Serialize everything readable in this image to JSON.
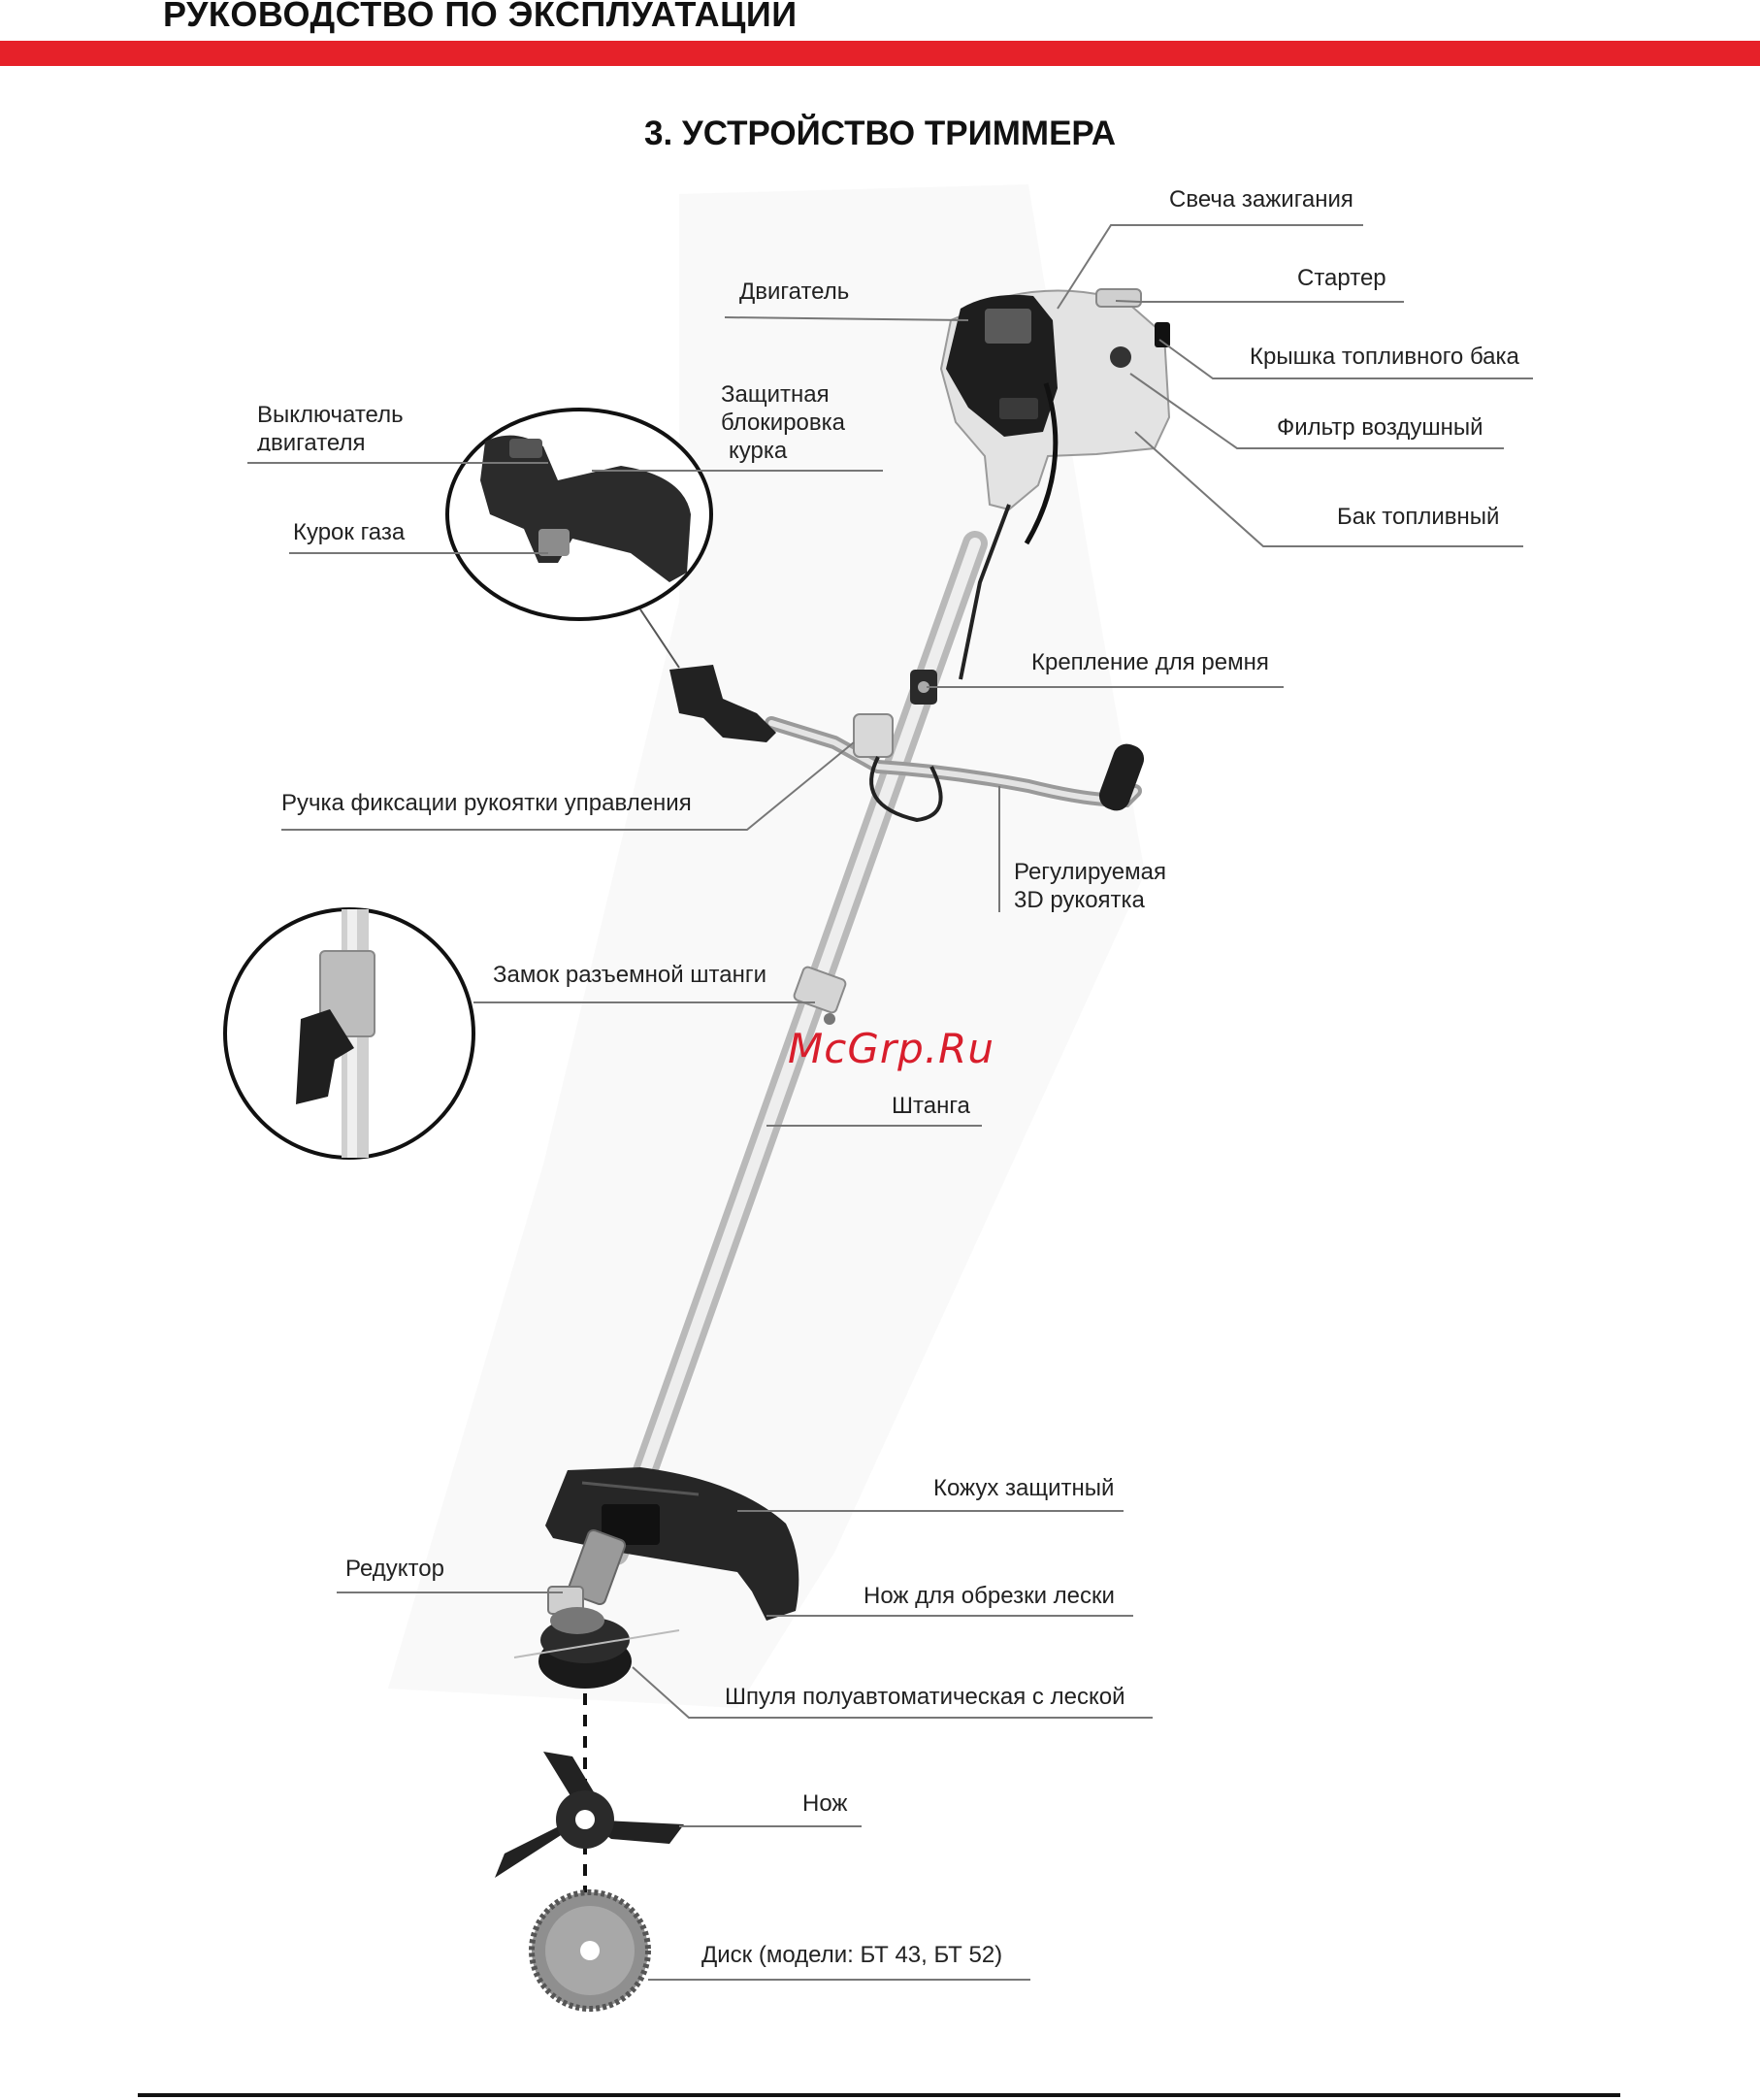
{
  "header": {
    "title": "РУКОВОДСТВО ПО ЭКСПЛУАТАЦИИ",
    "accent_color": "#e62129"
  },
  "section": {
    "title": "3. УСТРОЙСТВО ТРИММЕРА"
  },
  "labels": {
    "spark_plug": "Свеча зажигания",
    "engine": "Двигатель",
    "starter": "Стартер",
    "fuel_cap": "Крышка топливного бака",
    "air_filter": "Фильтр воздушный",
    "fuel_tank": "Бак топливный",
    "engine_switch_line1": "Выключатель",
    "engine_switch_line2": "двигателя",
    "trigger_lock_line1": "Защитная",
    "trigger_lock_line2": "блокировка",
    "trigger_lock_line3": "курка",
    "throttle": "Курок газа",
    "strap_mount": "Крепление для ремня",
    "handle_knob": "Ручка фиксации рукоятки управления",
    "handle_3d_line1": "Регулируемая",
    "handle_3d_line2": "3D рукоятка",
    "shaft_lock": "Замок разъемной штанги",
    "shaft": "Штанга",
    "guard": "Кожух защитный",
    "gearbox": "Редуктор",
    "line_cutter": "Нож для обрезки лески",
    "spool": "Шпуля полуавтоматическая с леской",
    "blade": "Нож",
    "disc": "Диск (модели: БТ 43, БТ 52)"
  },
  "watermark": "McGrp.Ru"
}
